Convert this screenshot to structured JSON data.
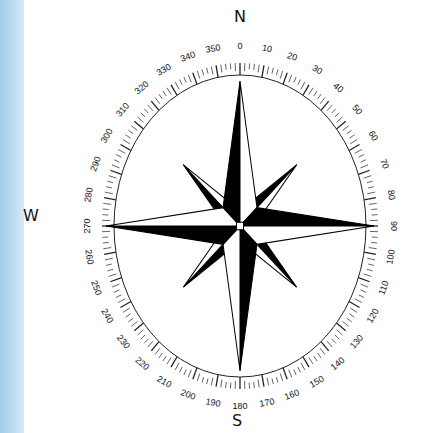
{
  "diagram": {
    "labels": [
      "N",
      "S",
      "W",
      "0",
      "10",
      "20",
      "30",
      "40",
      "50",
      "60",
      "70",
      "80",
      "90",
      "100",
      "110",
      "120",
      "130",
      "140",
      "150",
      "160",
      "170",
      "180",
      "190",
      "200",
      "210",
      "220",
      "230",
      "240",
      "250",
      "260",
      "270",
      "280",
      "290",
      "300",
      "310",
      "320",
      "330",
      "340",
      "350"
    ]
  }
}
